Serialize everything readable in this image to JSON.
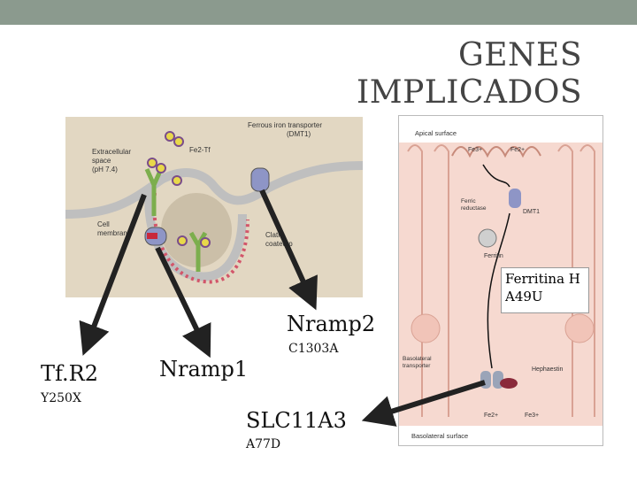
{
  "title": {
    "line1": "GENES",
    "line2": "IMPLICADOS"
  },
  "left_figure": {
    "extracellular": "Extracellular space (pH 7.4)",
    "extracellular_l1": "Extracellular",
    "extracellular_l2": "space",
    "extracellular_l3": "(pH 7.4)",
    "fe2tf": "Fe2-Tf",
    "transporter_l1": "Ferrous iron transporter",
    "transporter_l2": "(DMT1)",
    "cell_membrane_l1": "Cell",
    "cell_membrane_l2": "membran",
    "clathrin_l1": "Clathr",
    "clathrin_l2": "coated p"
  },
  "right_figure": {
    "apical": "Apical surface",
    "fe3": "Fe3+",
    "fe2": "Fe2+",
    "ferric_reductase_l1": "Ferric",
    "ferric_reductase_l2": "reductase",
    "dmt1": "DMT1",
    "ferritin": "Ferritin",
    "basolateral_l1": "Basolateral",
    "basolateral_l2": "transporter",
    "hephaestin": "Hephaestin",
    "fe2b": "Fe2+",
    "fe3b": "Fe3+",
    "basolateral_surface": "Basolateral surface"
  },
  "labels": {
    "ferritina_l1": "Ferritina H",
    "ferritina_l2": "A49U",
    "nramp2": "Nramp2",
    "nramp2_mut": "C1303A",
    "tfr2": "Tf.R2",
    "tfr2_mut": "Y250X",
    "nramp1": "Nramp1",
    "slc11a3": "SLC11A3",
    "slc11a3_mut": "A77D"
  },
  "colors": {
    "topbar": "#8b9a8e",
    "title": "#444444",
    "arrow": "#222222",
    "figure_bg": "#e2d7c2"
  }
}
